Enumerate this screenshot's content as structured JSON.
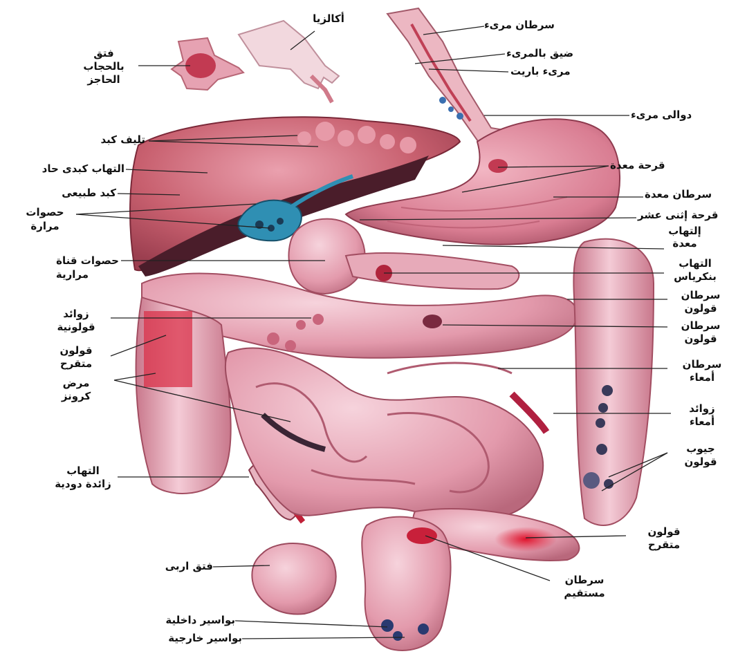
{
  "labels": {
    "achalasia": "أكالزيا",
    "hiatal_hernia_1": "فتق",
    "hiatal_hernia_2": "بالحجاب",
    "hiatal_hernia_3": "الحاجز",
    "esophageal_cancer": "سرطان مرىء",
    "esophageal_stricture": "ضيق بالمرىء",
    "barrett_esophagus": "مرىء باريت",
    "esophageal_varices": "دوالى مرىء",
    "liver_cirrhosis": "تليف كبد",
    "acute_hepatitis": "التهاب كبدى حاد",
    "normal_liver": "كبد طبيعى",
    "gallstones_1": "حصوات",
    "gallstones_2": "مرارة",
    "bile_duct_stones_1": "حصوات قناة",
    "bile_duct_stones_2": "مرارية",
    "gastric_ulcer": "قرحة معدة",
    "gastric_cancer": "سرطان معدة",
    "duodenal_ulcer": "قرحة إثنى عشر",
    "gastritis_1": "إلتهاب",
    "gastritis_2": "معدة",
    "pancreatitis_1": "التهاب",
    "pancreatitis_2": "بنكرياس",
    "colon_cancer_a_1": "سرطان",
    "colon_cancer_a_2": "قولون",
    "colon_cancer_b_1": "سرطان",
    "colon_cancer_b_2": "قولون",
    "colon_polyps_1": "زوائد",
    "colon_polyps_2": "قولونية",
    "ulcerative_colitis_l_1": "قولون",
    "ulcerative_colitis_l_2": "متقرح",
    "crohns_1": "مرض",
    "crohns_2": "كرونز",
    "intestinal_cancer_1": "سرطان",
    "intestinal_cancer_2": "أمعاء",
    "intestinal_polyps_1": "زوائد",
    "intestinal_polyps_2": "أمعاء",
    "diverticula_1": "جيوب",
    "diverticula_2": "قولون",
    "appendicitis_1": "التهاب",
    "appendicitis_2": "زائدة دودية",
    "ulcerative_colitis_r_1": "قولون",
    "ulcerative_colitis_r_2": "متقرح",
    "inguinal_hernia": "فتق اربى",
    "rectal_cancer_1": "سرطان",
    "rectal_cancer_2": "مستقيم",
    "internal_hemorrhoids": "بواسير داخلية",
    "external_hemorrhoids": "بواسير خارجية"
  },
  "colors": {
    "organ_tissue": "#e9a3b4",
    "organ_dark": "#b8505f",
    "liver": "#c85a6a",
    "liver_shadow": "#4a1d2a",
    "gallbladder": "#2f8fb3",
    "lesion": "#d41f35",
    "background": "#ffffff",
    "label_text": "#111111",
    "leader_line": "#222222"
  }
}
